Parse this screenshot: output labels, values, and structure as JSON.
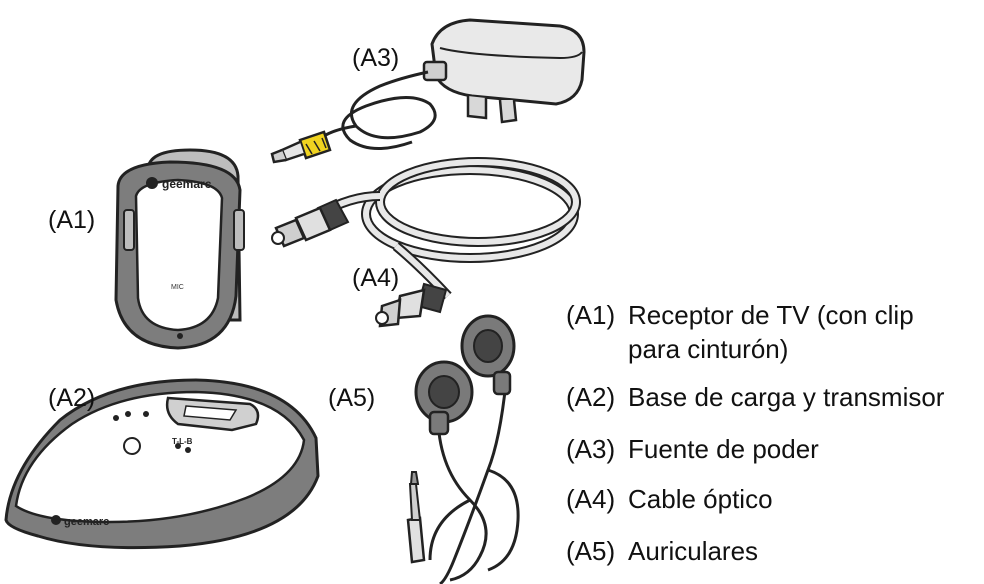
{
  "labels": {
    "a1": "(A1)",
    "a2": "(A2)",
    "a3": "(A3)",
    "a4": "(A4)",
    "a5": "(A5)"
  },
  "device_text": {
    "brand": "geemarc",
    "mic": "MIC",
    "base_brand": "geemarc",
    "tlb": "T-L-B"
  },
  "legend": [
    {
      "code": "(A1)",
      "text": "Receptor de TV (con clip",
      "text2": "para cinturón)"
    },
    {
      "code": "(A2)",
      "text": "Base de carga y transmisor"
    },
    {
      "code": "(A3)",
      "text": "Fuente de poder"
    },
    {
      "code": "(A4)",
      "text": "Cable óptico"
    },
    {
      "code": "(A5)",
      "text": "Auriculares"
    }
  ]
}
